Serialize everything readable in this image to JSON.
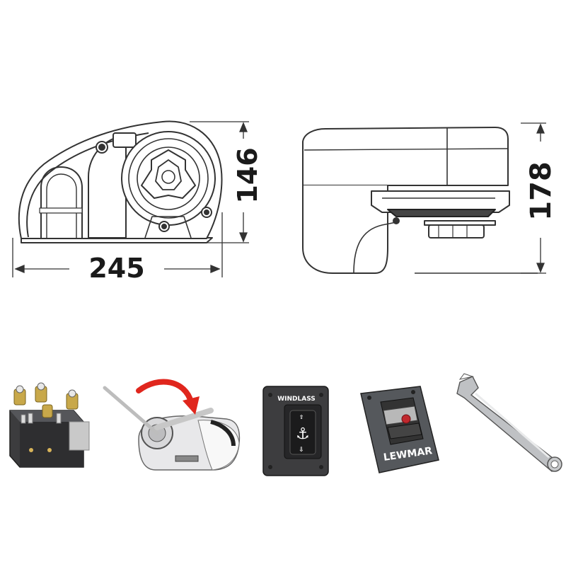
{
  "dimensions": {
    "width_label": "245",
    "height_side_label": "146",
    "height_front_label": "178"
  },
  "accessories": {
    "switch_panel_label": "WINDLASS",
    "breaker_brand": "LEWMAR"
  },
  "colors": {
    "line": "#333333",
    "panel_dark": "#3a3a3a",
    "handle_arrow": "#e0261d",
    "breaker_red": "#c0282d"
  }
}
